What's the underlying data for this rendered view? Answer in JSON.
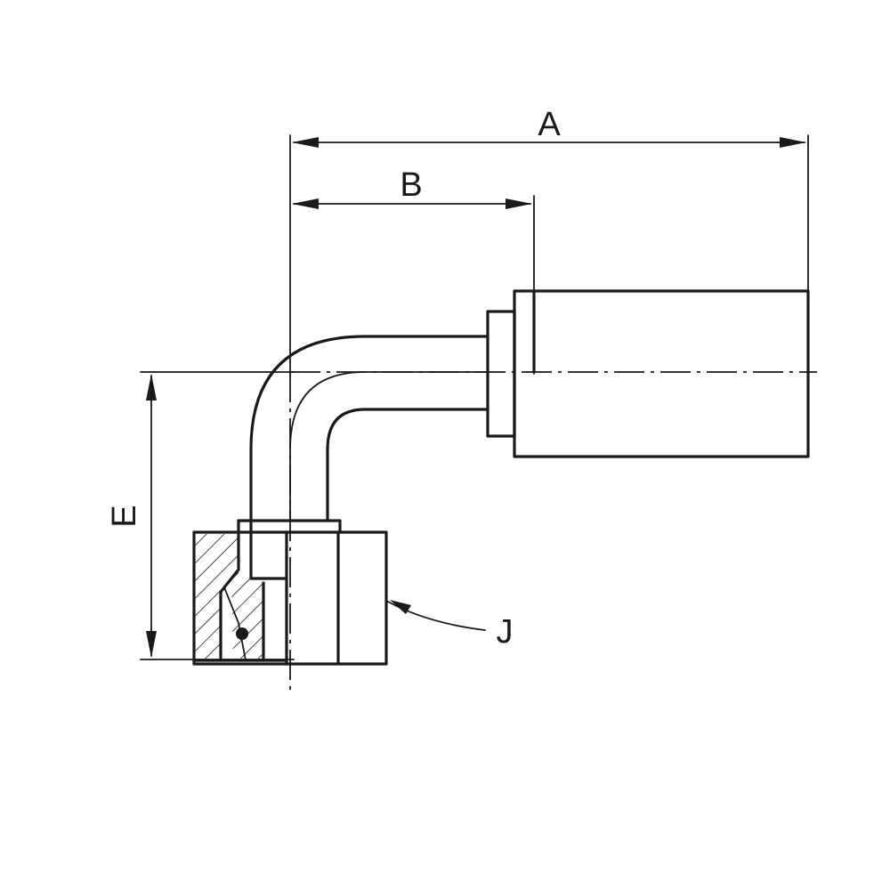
{
  "diagram": {
    "dimension_labels": {
      "a": "A",
      "b": "B",
      "e": "E",
      "j": "J"
    },
    "colors": {
      "line": "#1a1a1a",
      "background": "#ffffff"
    }
  }
}
